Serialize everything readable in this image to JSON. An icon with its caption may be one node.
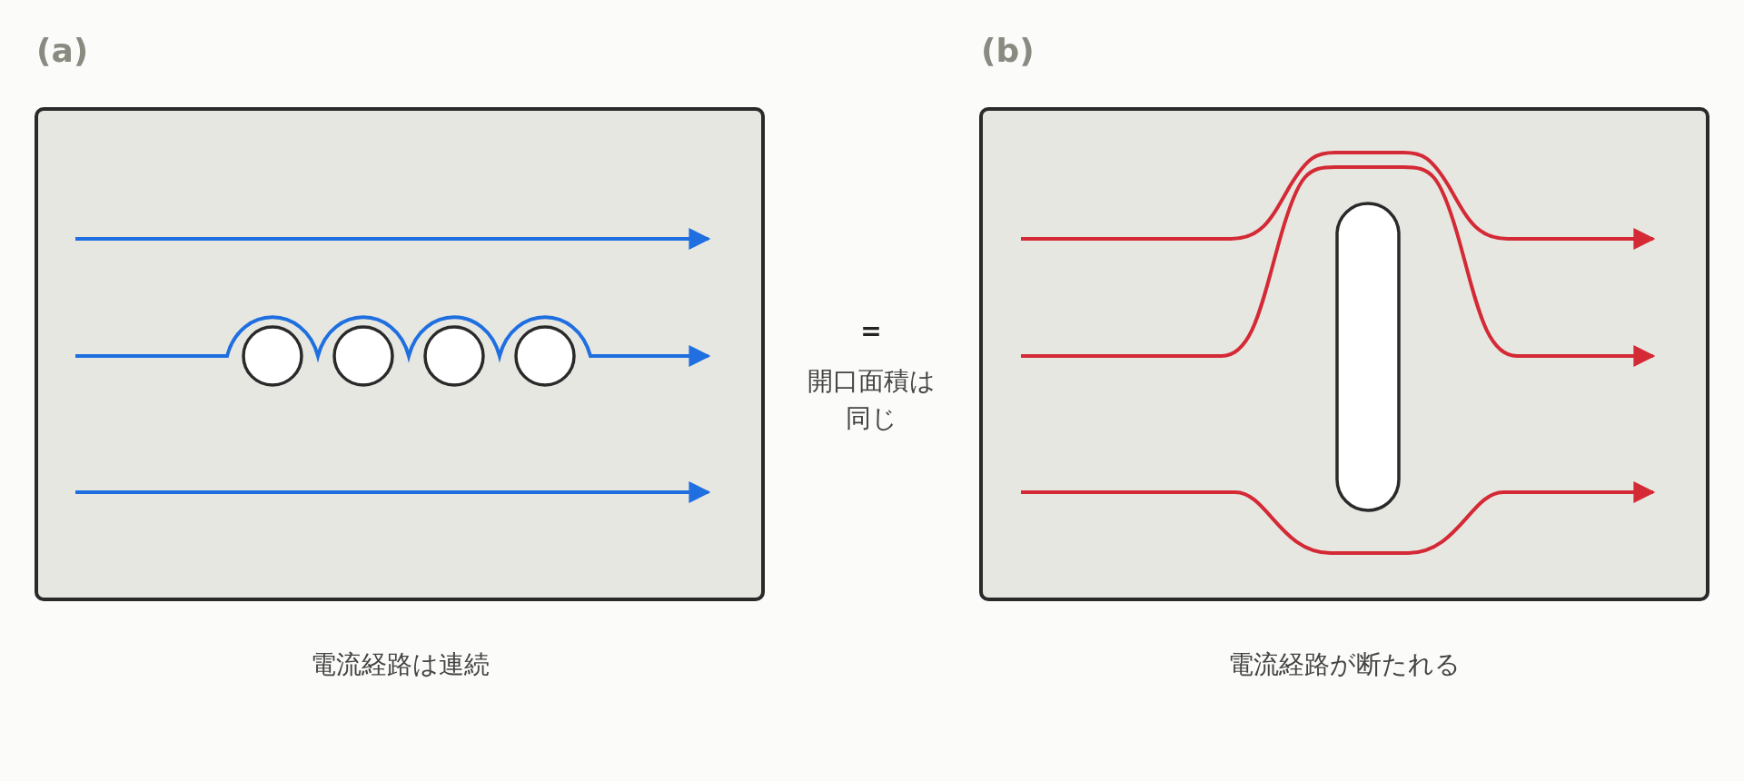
{
  "diagram": {
    "labels": [
      "(a)",
      "(b)",
      "=",
      "開口面積は同じ",
      "電流経路は連続",
      "電流経路が断たれる"
    ]
  }
}
